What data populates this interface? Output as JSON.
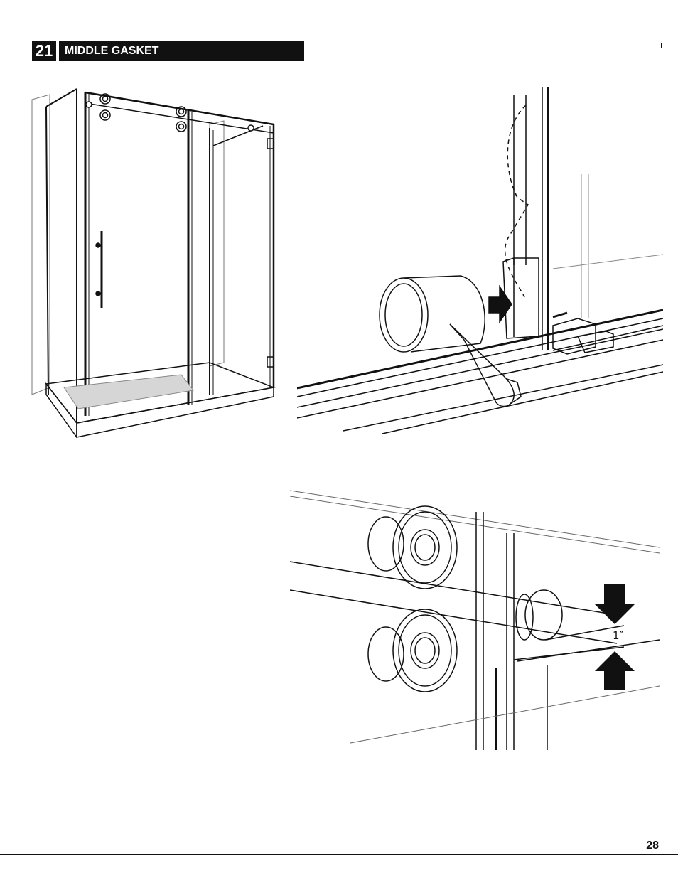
{
  "header": {
    "step_number": "21",
    "step_title": "MIDDLE GASKET"
  },
  "figures": {
    "shower_overview": {
      "icon": "shower-enclosure-illustration"
    },
    "gasket_install": {
      "icon": "rubber-mallet-gasket-illustration"
    },
    "roller_clearance": {
      "icon": "roller-clearance-illustration",
      "dimension_label": "1″"
    }
  },
  "footer": {
    "page_number": "28"
  }
}
